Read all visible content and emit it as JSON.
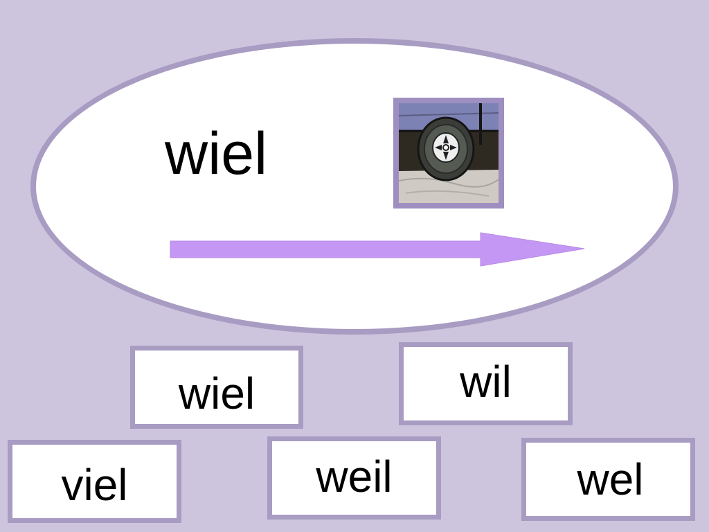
{
  "target": {
    "word": "wiel",
    "picture_icon": "wheel-picture-icon"
  },
  "arrow": {
    "icon": "right-arrow-icon",
    "color": "#c597f4"
  },
  "choices": [
    {
      "label": "wiel"
    },
    {
      "label": "wil"
    },
    {
      "label": "viel"
    },
    {
      "label": "weil"
    },
    {
      "label": "wel"
    }
  ],
  "colors": {
    "background": "#cdc5dd",
    "tile_border": "#a89cc3",
    "oval_fill": "#ffffff"
  }
}
